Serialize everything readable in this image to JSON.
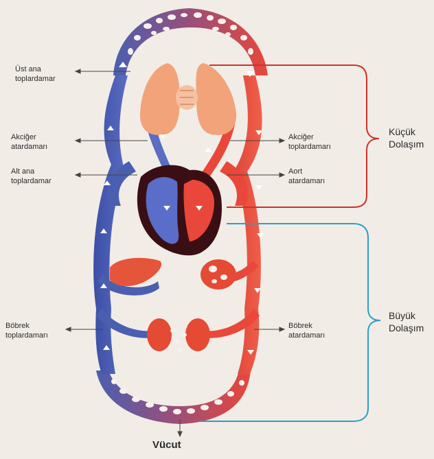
{
  "labels": {
    "ust_ana_toplardamar": [
      "Üst ana",
      "toplardamar"
    ],
    "akciger_atardamari": [
      "Akciğer",
      "atardamarı"
    ],
    "alt_ana_toplardamar": [
      "Alt ana",
      "toplardamar"
    ],
    "bobrek_toplardamari": [
      "Böbrek",
      "toplardamarı"
    ],
    "akciger_toplardamari": [
      "Akciğer",
      "toplardamarı"
    ],
    "aort_atardamari": [
      "Aort",
      "atardamarı"
    ],
    "bobrek_atardamari": [
      "Böbrek",
      "atardamarı"
    ],
    "vucut": "Vücut"
  },
  "circuits": {
    "kucuk": [
      "Küçük",
      "Dolaşım"
    ],
    "buyuk": [
      "Büyük",
      "Dolaşım"
    ]
  },
  "colors": {
    "venous_blue": "#4a5fb0",
    "arterial_red": "#e8473a",
    "small_circuit_bracket": "#d0302a",
    "big_circuit_bracket": "#2a9ec8",
    "organ_orange": "#f2a37a",
    "organ_red": "#e54a34",
    "heart_dark": "#3a0f14",
    "background": "#f1ece6"
  }
}
